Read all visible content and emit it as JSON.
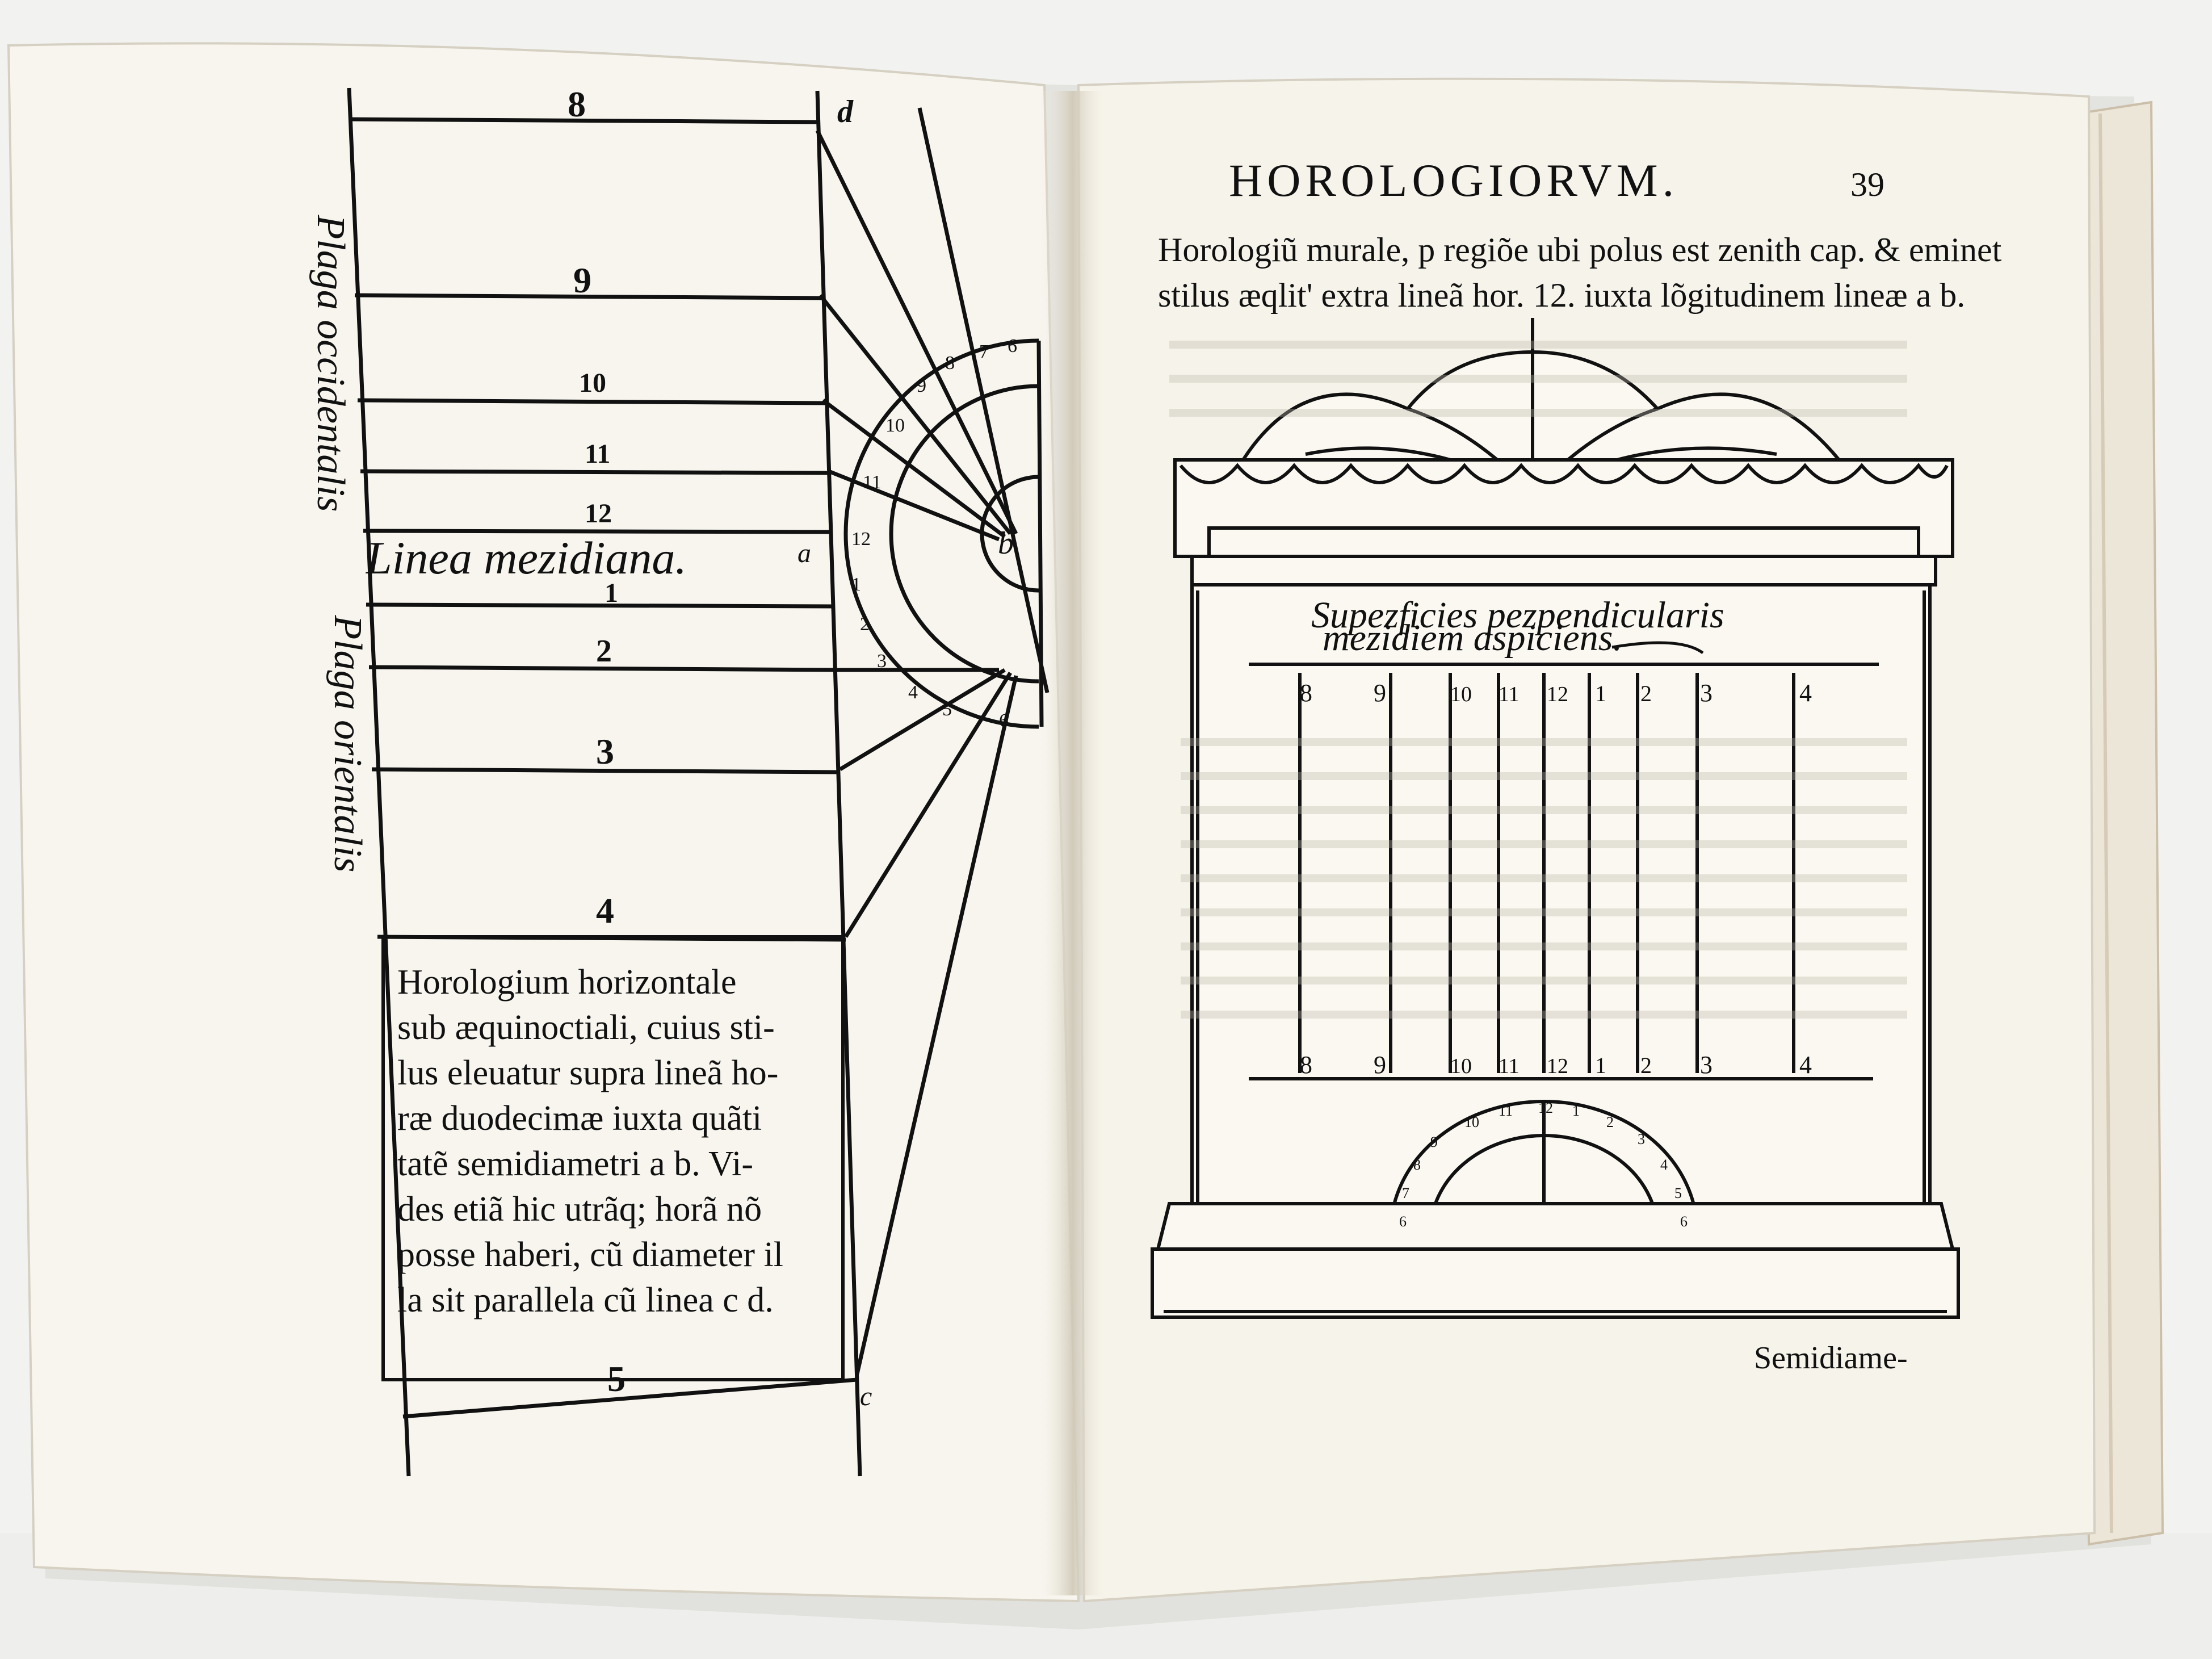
{
  "left_page": {
    "hour_labels": [
      "8",
      "9",
      "10",
      "11",
      "12",
      "1",
      "2",
      "3",
      "4",
      "5"
    ],
    "side_label_top": "Plaga occidentalis",
    "side_label_bottom": "Plaga orientalis",
    "meridian_label": "Linea mezidiana.",
    "point_a": "a",
    "point_b": "b",
    "point_c": "c",
    "point_d": "d",
    "semicircle_numbers": [
      "6",
      "7",
      "8",
      "9",
      "10",
      "11",
      "12",
      "1",
      "2",
      "3",
      "4",
      "5",
      "6"
    ],
    "caption_lines": [
      "Horologium horizontale",
      "sub æquinoctiali, cuius sti-",
      "lus eleuatur supra lineã ho-",
      "ræ duodecimæ iuxta quãti",
      "tatẽ semidiametri a b. Vi-",
      "des etiã hic utrãq; horã nõ",
      "posse haberi, cũ diameter il",
      "la sit parallela cũ linea c d."
    ]
  },
  "right_page": {
    "running_head": "HOROLOGIORVM.",
    "page_number": "39",
    "heading_line1": "Horologiũ murale, p regiõe ubi polus est zenith cap. & eminet",
    "heading_line2": "stilus æqlit' extra lineã hor. 12. iuxta lõgitudinem lineæ a b.",
    "surface_label_line1": "Supezficies pezpendicularis",
    "surface_label_line2": "mezidiem aspiciens.",
    "wall_hours_top": [
      "8",
      "9",
      "10",
      "11",
      "12",
      "1",
      "2",
      "3",
      "4"
    ],
    "wall_hours_bottom": [
      "8",
      "9",
      "10",
      "11",
      "12",
      "1",
      "2",
      "3",
      "4"
    ],
    "dial_numbers": [
      "6",
      "7",
      "8",
      "9",
      "10",
      "11",
      "12",
      "1",
      "2",
      "3",
      "4",
      "5",
      "6"
    ],
    "catchword": "Semidiame-"
  }
}
